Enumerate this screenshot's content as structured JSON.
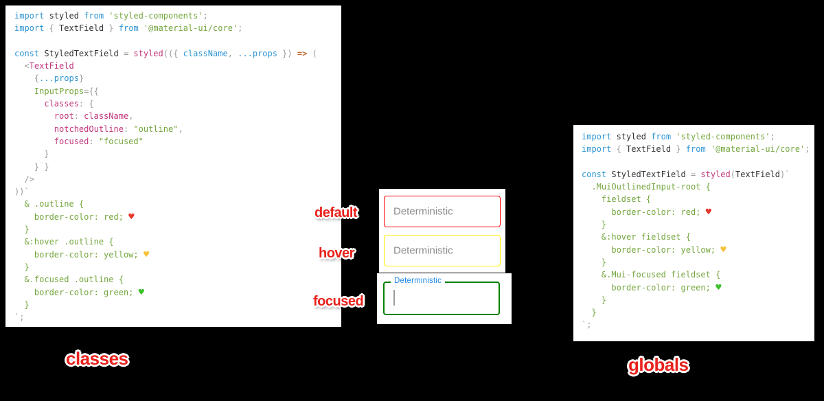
{
  "colors": {
    "kw": "#2e95d3",
    "id": "#333333",
    "st": "#74a63e",
    "pk": "#c2367c",
    "pu": "#9b9b9b",
    "or": "#bf6a33",
    "heart_red": "#e8362b",
    "heart_yellow": "#f5c33b",
    "heart_green": "#3fbf2e",
    "border_red": "#ff0000",
    "border_yellow": "#ffee00",
    "border_green": "#008000",
    "placeholder": "#8a8a8a",
    "focus_label": "#1e88e5",
    "caret": "#9e9e9e",
    "annotation": "#e8221c"
  },
  "annotations": {
    "default": "default",
    "hover": "hover",
    "focused": "focused",
    "classes": "classes",
    "globals": "globals"
  },
  "fields": {
    "default": {
      "placeholder": "Deterministic",
      "border_color": "#ff0000"
    },
    "hover": {
      "placeholder": "Deterministic",
      "border_color": "#ffee00"
    },
    "focused": {
      "label": "Deterministic",
      "border_color": "#008000"
    }
  },
  "code_left": {
    "lines": [
      [
        [
          "kw",
          "import"
        ],
        [
          "id",
          " styled "
        ],
        [
          "kw",
          "from"
        ],
        [
          "st",
          " 'styled-components'"
        ],
        [
          "pu",
          ";"
        ]
      ],
      [
        [
          "kw",
          "import"
        ],
        [
          "pu",
          " { "
        ],
        [
          "id",
          "TextField"
        ],
        [
          "pu",
          " } "
        ],
        [
          "kw",
          "from"
        ],
        [
          "st",
          " '@material-ui/core'"
        ],
        [
          "pu",
          ";"
        ]
      ],
      [],
      [
        [
          "kw",
          "const"
        ],
        [
          "id",
          " StyledTextField "
        ],
        [
          "pu",
          "= "
        ],
        [
          "pk",
          "styled"
        ],
        [
          "pu",
          "(({ "
        ],
        [
          "kw",
          "className"
        ],
        [
          "pu",
          ", "
        ],
        [
          "kw",
          "...props"
        ],
        [
          "pu",
          " }) "
        ],
        [
          "or",
          "=>"
        ],
        [
          "pu",
          " ("
        ]
      ],
      [
        [
          "pu",
          "  <"
        ],
        [
          "pk",
          "TextField"
        ]
      ],
      [
        [
          "pu",
          "    {"
        ],
        [
          "kw",
          "...props"
        ],
        [
          "pu",
          "}"
        ]
      ],
      [
        [
          "st",
          "    InputProps"
        ],
        [
          "pu",
          "={{"
        ]
      ],
      [
        [
          "pk",
          "      classes"
        ],
        [
          "pu",
          ": {"
        ]
      ],
      [
        [
          "pk",
          "        root"
        ],
        [
          "pu",
          ": "
        ],
        [
          "pk",
          "className"
        ],
        [
          "pu",
          ","
        ]
      ],
      [
        [
          "pk",
          "        notchedOutline"
        ],
        [
          "pu",
          ": "
        ],
        [
          "st",
          "\"outline\""
        ],
        [
          "pu",
          ","
        ]
      ],
      [
        [
          "pk",
          "        focused"
        ],
        [
          "pu",
          ": "
        ],
        [
          "st",
          "\"focused\""
        ]
      ],
      [
        [
          "pu",
          "      }"
        ]
      ],
      [
        [
          "pu",
          "    } }"
        ]
      ],
      [
        [
          "pu",
          "  />"
        ]
      ],
      [
        [
          "pu",
          "))`"
        ]
      ],
      [
        [
          "st",
          "  & .outline {"
        ]
      ],
      [
        [
          "st",
          "    border-color: red; "
        ],
        [
          "hr",
          "♥"
        ]
      ],
      [
        [
          "st",
          "  }"
        ]
      ],
      [
        [
          "st",
          "  &:hover .outline {"
        ]
      ],
      [
        [
          "st",
          "    border-color: yellow; "
        ],
        [
          "hy",
          "♥"
        ]
      ],
      [
        [
          "st",
          "  }"
        ]
      ],
      [
        [
          "st",
          "  &.focused .outline {"
        ]
      ],
      [
        [
          "st",
          "    border-color: green; "
        ],
        [
          "hg",
          "♥"
        ]
      ],
      [
        [
          "st",
          "  }"
        ]
      ],
      [
        [
          "pu",
          "`;"
        ]
      ]
    ]
  },
  "code_right": {
    "lines": [
      [
        [
          "kw",
          "import"
        ],
        [
          "id",
          " styled "
        ],
        [
          "kw",
          "from"
        ],
        [
          "st",
          " 'styled-components'"
        ],
        [
          "pu",
          ";"
        ]
      ],
      [
        [
          "kw",
          "import"
        ],
        [
          "pu",
          " { "
        ],
        [
          "id",
          "TextField"
        ],
        [
          "pu",
          " } "
        ],
        [
          "kw",
          "from"
        ],
        [
          "st",
          " '@material-ui/core'"
        ],
        [
          "pu",
          ";"
        ]
      ],
      [],
      [
        [
          "kw",
          "const"
        ],
        [
          "id",
          " StyledTextField "
        ],
        [
          "pu",
          "= "
        ],
        [
          "pk",
          "styled"
        ],
        [
          "pu",
          "("
        ],
        [
          "id",
          "TextField"
        ],
        [
          "pu",
          ")`"
        ]
      ],
      [
        [
          "st",
          "  .MuiOutlinedInput-root {"
        ]
      ],
      [
        [
          "st",
          "    fieldset {"
        ]
      ],
      [
        [
          "st",
          "      border-color: red; "
        ],
        [
          "hr",
          "♥"
        ]
      ],
      [
        [
          "st",
          "    }"
        ]
      ],
      [
        [
          "st",
          "    &:hover fieldset {"
        ]
      ],
      [
        [
          "st",
          "      border-color: yellow; "
        ],
        [
          "hy",
          "♥"
        ]
      ],
      [
        [
          "st",
          "    }"
        ]
      ],
      [
        [
          "st",
          "    &.Mui-focused fieldset {"
        ]
      ],
      [
        [
          "st",
          "      border-color: green; "
        ],
        [
          "hg",
          "♥"
        ]
      ],
      [
        [
          "st",
          "    }"
        ]
      ],
      [
        [
          "st",
          "  }"
        ]
      ],
      [
        [
          "pu",
          "`;"
        ]
      ]
    ]
  }
}
